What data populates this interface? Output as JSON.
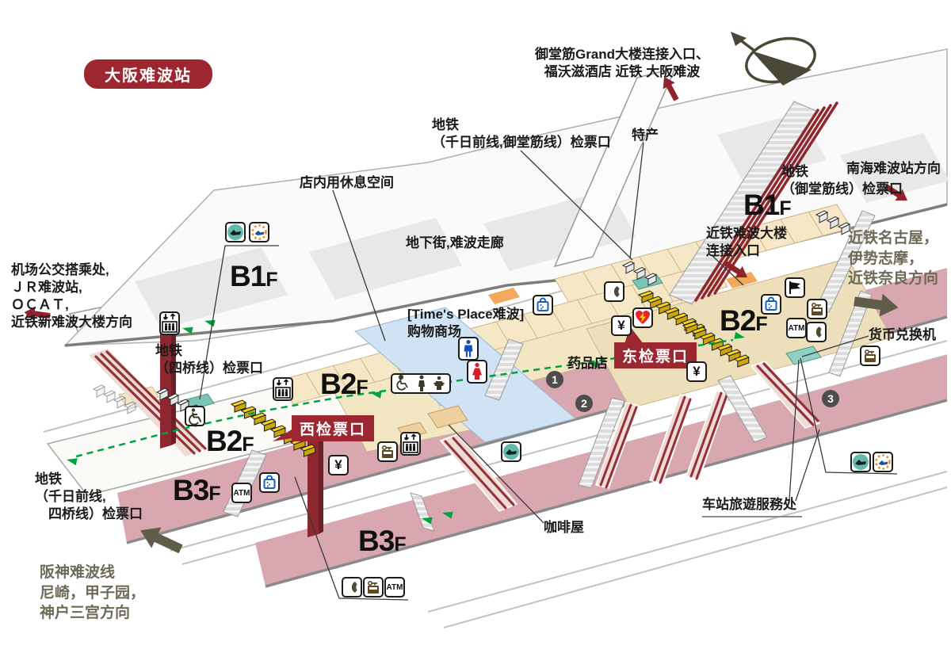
{
  "title_badge": "大阪难波站",
  "labels": {
    "grand_entrance": "御堂筋Grand大楼连接入口、\n福沃滋酒店 近铁 大阪难波",
    "metro_sennichimae_midosuji": "地铁\n（千日前线,御堂筋线）检票口",
    "tokusan": "特产",
    "metro_midosuji": "地铁\n（御堂筋线）检票口",
    "nankai_direction": "南海难波站方向",
    "kintetsu_direction": "近铁名古屋，\n伊势志摩，\n近铁奈良方向",
    "kintetsu_building": "近铁难波大楼\n连接入口",
    "instore_rest_space": "店内用休息空间",
    "underground_street": "地下街,难波走廊",
    "times_place": "[Time's Place难波]\n购物商场",
    "airport_bus": "机场公交搭乘处,\nＪＲ难波站,\nＯＣＡＴ,\n近铁新难波大楼方向",
    "metro_yotsubashi": "地铁\n（四桥线）检票口",
    "pharmacy": "药品店",
    "currency_exchange": "货币兑换机",
    "metro_sennichimae_yotsubashi": "地铁\n（千日前线,\n　四桥线）检票口",
    "coffee_shop": "咖啡屋",
    "tourist_service": "车站旅遊服務处",
    "hanshin_direction": "阪神难波线\n尼崎，甲子园，\n神户三宫方向"
  },
  "gate_boxes": {
    "west": "西检票口",
    "east": "东检票口"
  },
  "floors": {
    "b1": "B1",
    "b2": "B2",
    "b3": "B3",
    "f": "F"
  },
  "numbers": {
    "n1": "1",
    "n2": "2",
    "n3": "3"
  },
  "icon_labels": {
    "atm": "ATM",
    "yen": "¥"
  },
  "icons": {
    "phone-icon": "telephone handset",
    "coin-locker-icon": "locker box with key",
    "atm-icon": "ATM lettering",
    "yen-icon": "yen sign",
    "shopping-bag-icon": "blue shopping bag",
    "flag-icon": "black flag",
    "aed-icon": "red heart with lightning bolt",
    "elevator-icon": "elevator with up-down arrows",
    "wheelchair-icon": "wheelchair accessible",
    "accessible-toilet-icon": "wheelchair, person and baby",
    "toilet-male-icon": "male figure",
    "toilet-female-icon": "female figure",
    "rest-area-icon": "reclining seat in teal circle",
    "instore-rest-icon": "blue seat in orange dotted circle",
    "compass-icon": "north compass",
    "ticket-gate-icon": "ticket gates"
  },
  "colors": {
    "accent_red": "#9c2731",
    "arrow_red": "#8e232e",
    "olive": "#5f5c49",
    "floor_tan": "#f3e6c3",
    "platform_pink": "#d8a7b0",
    "walkway_blue": "#cfe3f4",
    "escalator_maroon": "#93303a",
    "gate_yellow": "#f6d419",
    "route_green": "#00a33e",
    "machine_teal": "#7cc4b6"
  }
}
